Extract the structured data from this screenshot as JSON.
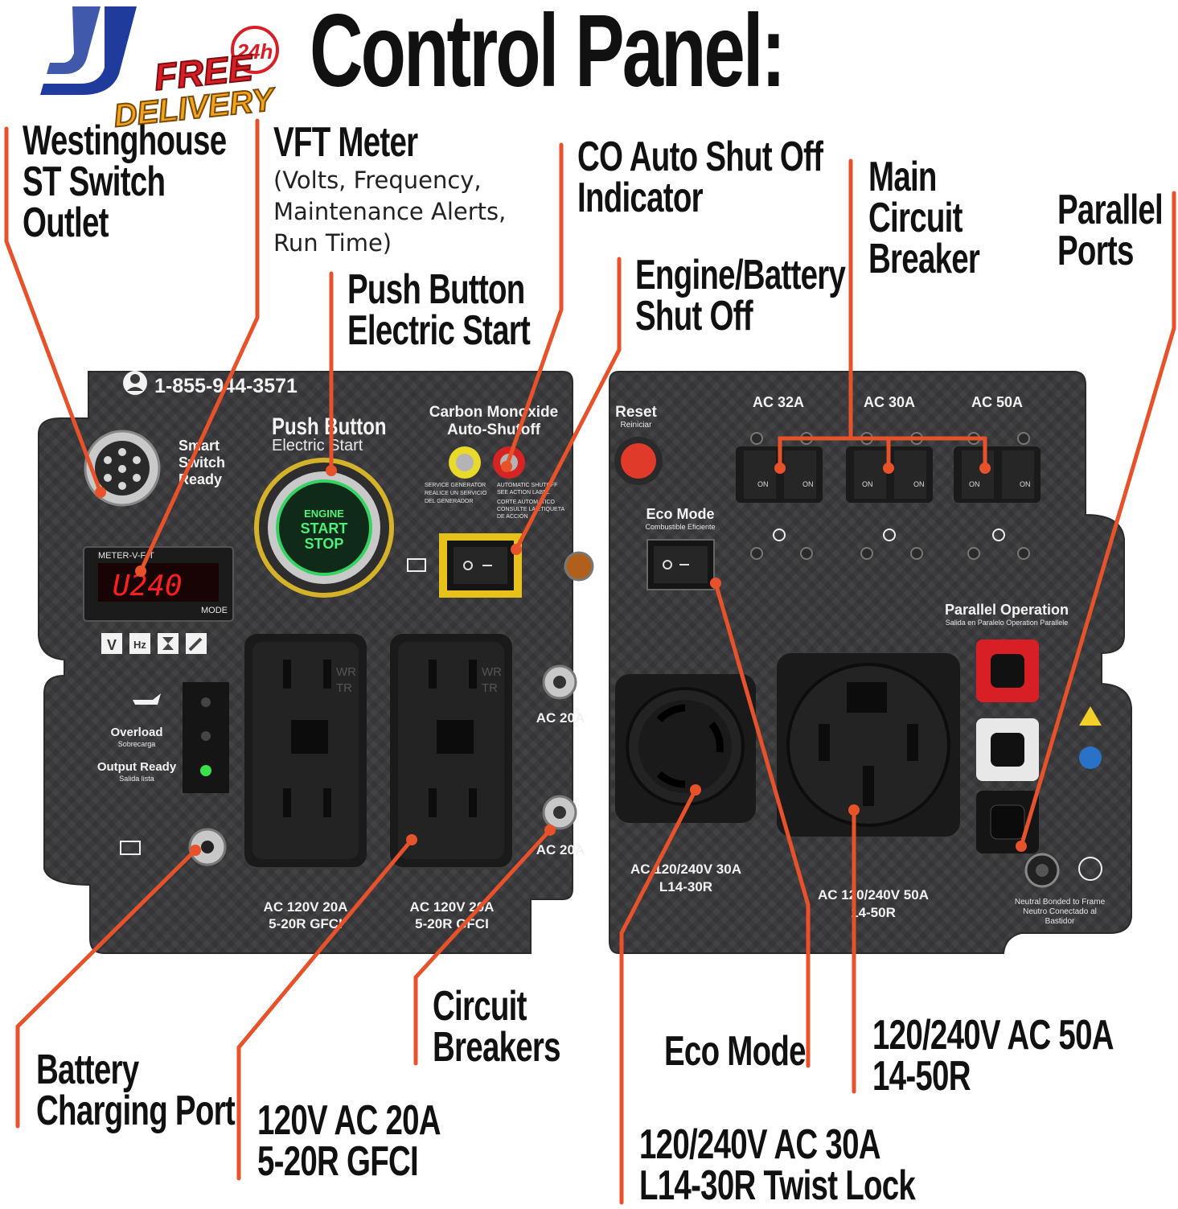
{
  "title": "Control Panel:",
  "logo": {
    "letter": "J",
    "badge": "24h",
    "free": "FREE",
    "delivery": "DELIVERY"
  },
  "callouts": {
    "westinghouse": [
      "Westinghouse",
      "ST Switch",
      "Outlet"
    ],
    "vft_meter": {
      "heading": "VFT Meter",
      "details": [
        "(Volts, Frequency,",
        "Maintenance Alerts,",
        "Run Time)"
      ]
    },
    "push_button": [
      "Push Button",
      "Electric Start"
    ],
    "co_shutoff": [
      "CO Auto Shut Off",
      "Indicator"
    ],
    "engine_battery": [
      "Engine/Battery",
      "Shut Off"
    ],
    "main_breaker": [
      "Main",
      "Circuit",
      "Breaker"
    ],
    "parallel_ports": [
      "Parallel",
      "Ports"
    ],
    "battery_port": [
      "Battery",
      "Charging Port"
    ],
    "gfci": [
      "120V AC 20A",
      "5-20R GFCI"
    ],
    "circuit_breakers": [
      "Circuit",
      "Breakers"
    ],
    "eco_mode": [
      "Eco Mode"
    ],
    "twist_lock": [
      "120/240V AC 30A",
      "L14-30R Twist Lock"
    ],
    "ac50": [
      "120/240V AC 50A",
      "14-50R"
    ]
  },
  "panel": {
    "phone": "1-855-944-3571",
    "smart_switch": [
      "Smart",
      "Switch",
      "Ready"
    ],
    "push_button": "Push Button",
    "electric_start": "Electric Start",
    "engine_button": [
      "ENGINE",
      "START",
      "STOP"
    ],
    "co_title": [
      "Carbon Monoxide",
      "Auto-Shutoff"
    ],
    "service_generator": [
      "SERVICE GENERATOR",
      "REALICE UN SERVICIO",
      "DEL GENERADOR"
    ],
    "auto_shutoff": [
      "AUTOMATIC SHUTOFF",
      "SEE ACTION LABEL",
      "CORTE AUTOMATICO",
      "CONSULTE LA ETIQUETA",
      "DE ACCIÓN"
    ],
    "reset": "Reset",
    "reset_es": "Reiniciar",
    "breakers": [
      "AC 32A",
      "AC 30A",
      "AC 50A"
    ],
    "on": "ON",
    "meter_brand": "METER-V-F-T",
    "meter_reading": "U240",
    "meter_mode": "MODE",
    "meter_icons": [
      "V",
      "Hz"
    ],
    "eco_mode": "Eco Mode",
    "eco_mode_es": "Combustible Eficiente",
    "overload": "Overload",
    "overload_es": "Sobrecarga",
    "output_ready": "Output Ready",
    "output_ready_es": "Salida lista",
    "outlet_wr": "WR",
    "outlet_tr": "TR",
    "ac20a": "AC 20A",
    "gfci_label": [
      "AC 120V 20A",
      "5-20R GFCI"
    ],
    "twist_label": [
      "AC 120/240V 30A",
      "L14-30R"
    ],
    "ac50_label": [
      "AC 120/240V 50A",
      "14-50R"
    ],
    "parallel_operation": "Parallel Operation",
    "parallel_operation_es": "Salida en Paralelo Operation Parallele",
    "neutral_bonded": [
      "Neutral Bonded to Frame",
      "Neutro Conectado al",
      "Bastidor"
    ]
  },
  "colors": {
    "accent": "#e8522a",
    "panel": "#3a3a3c",
    "title": "#111111",
    "logo_blue": "#1f3c9c",
    "logo_red": "#d81f26"
  }
}
